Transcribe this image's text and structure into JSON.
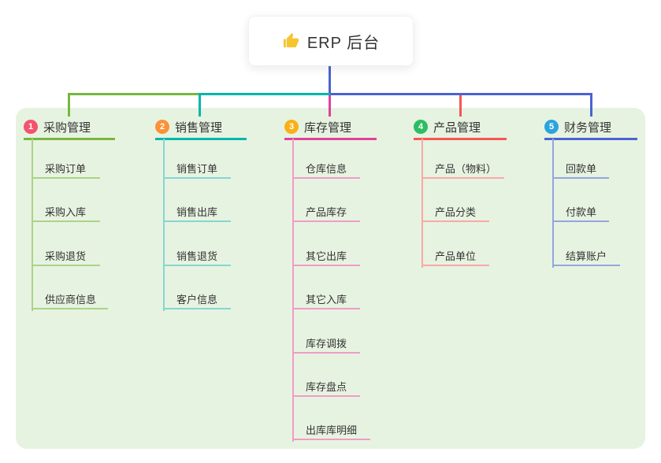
{
  "root": {
    "icon": "thumbs-up-icon",
    "label": "ERP 后台"
  },
  "canvas": {
    "page_bg": "#ffffff",
    "panel_bg": "#e7f3e1",
    "root_line_color": "#4a63d2"
  },
  "branches": [
    {
      "index": "1",
      "label": "采购管理",
      "badge_color": "#f4536e",
      "line_color": "#76b83e",
      "line_light_color": "#a9d488",
      "items": [
        {
          "label": "采购订单"
        },
        {
          "label": "采购入库"
        },
        {
          "label": "采购退货"
        },
        {
          "label": "供应商信息"
        }
      ]
    },
    {
      "index": "2",
      "label": "销售管理",
      "badge_color": "#fb9237",
      "line_color": "#00b7ac",
      "line_light_color": "#84d6cf",
      "items": [
        {
          "label": "销售订单"
        },
        {
          "label": "销售出库"
        },
        {
          "label": "销售退货"
        },
        {
          "label": "客户信息"
        }
      ]
    },
    {
      "index": "3",
      "label": "库存管理",
      "badge_color": "#f9b018",
      "line_color": "#e0419b",
      "line_light_color": "#f09cc8",
      "items": [
        {
          "label": "仓库信息"
        },
        {
          "label": "产品库存"
        },
        {
          "label": "其它出库"
        },
        {
          "label": "其它入库"
        },
        {
          "label": "库存调拨"
        },
        {
          "label": "库存盘点"
        },
        {
          "label": "出库库明细"
        }
      ]
    },
    {
      "index": "4",
      "label": "产品管理",
      "badge_color": "#2dbd64",
      "line_color": "#f75556",
      "line_light_color": "#f9a8a8",
      "items": [
        {
          "label": "产品（物料）"
        },
        {
          "label": "产品分类"
        },
        {
          "label": "产品单位"
        }
      ]
    },
    {
      "index": "5",
      "label": "财务管理",
      "badge_color": "#2ba4de",
      "line_color": "#4a63d2",
      "line_light_color": "#93a6e0",
      "items": [
        {
          "label": "回款单"
        },
        {
          "label": "付款单"
        },
        {
          "label": "结算账户"
        }
      ]
    }
  ]
}
